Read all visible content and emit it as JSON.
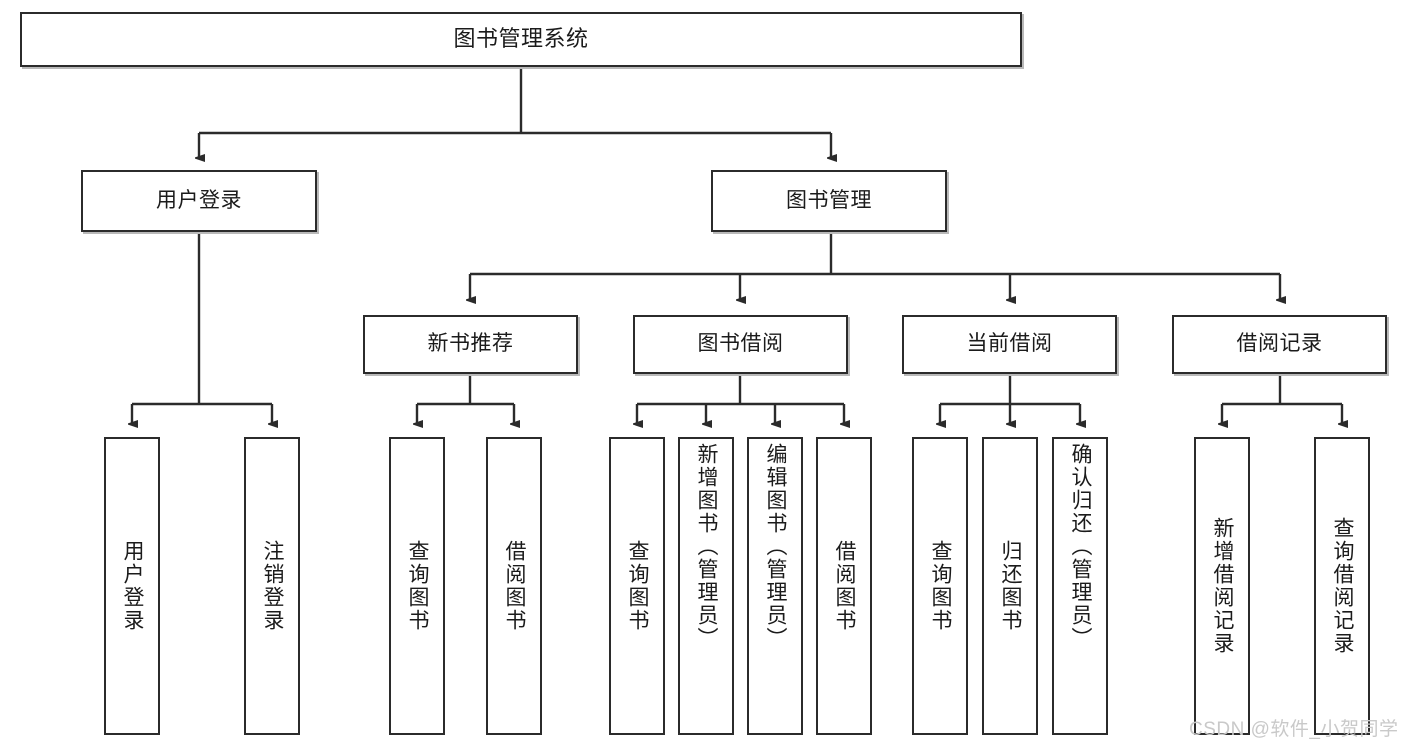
{
  "diagram": {
    "title": "图书管理系统",
    "type": "tree-hierarchy-chart",
    "watermark": "CSDN @软件_小贺同学",
    "colors": {
      "background": "#ffffff",
      "box_border": "#2b2b2b",
      "box_fill": "#ffffff",
      "connector": "#2b2b2b",
      "text": "#1b1b1b",
      "watermark": "#c9c9c9"
    },
    "levels": {
      "root": {
        "label": "图书管理系统"
      },
      "level2": [
        {
          "label": "用户登录"
        },
        {
          "label": "图书管理"
        }
      ],
      "level3": [
        {
          "label": "新书推荐"
        },
        {
          "label": "图书借阅"
        },
        {
          "label": "当前借阅"
        },
        {
          "label": "借阅记录"
        }
      ],
      "leaves": {
        "user_login": [
          {
            "label": "用户登录"
          },
          {
            "label": "注销登录"
          }
        ],
        "new_book_recommend": [
          {
            "label": "查询图书"
          },
          {
            "label": "借阅图书"
          }
        ],
        "book_borrow": [
          {
            "label": "查询图书"
          },
          {
            "label": "新增图书（管理员）"
          },
          {
            "label": "编辑图书（管理员）"
          },
          {
            "label": "借阅图书"
          }
        ],
        "current_borrow": [
          {
            "label": "查询图书"
          },
          {
            "label": "归还图书"
          },
          {
            "label": "确认归还（管理员）"
          }
        ],
        "borrow_record": [
          {
            "label": "新增借阅记录"
          },
          {
            "label": "查询借阅记录"
          }
        ]
      }
    }
  }
}
